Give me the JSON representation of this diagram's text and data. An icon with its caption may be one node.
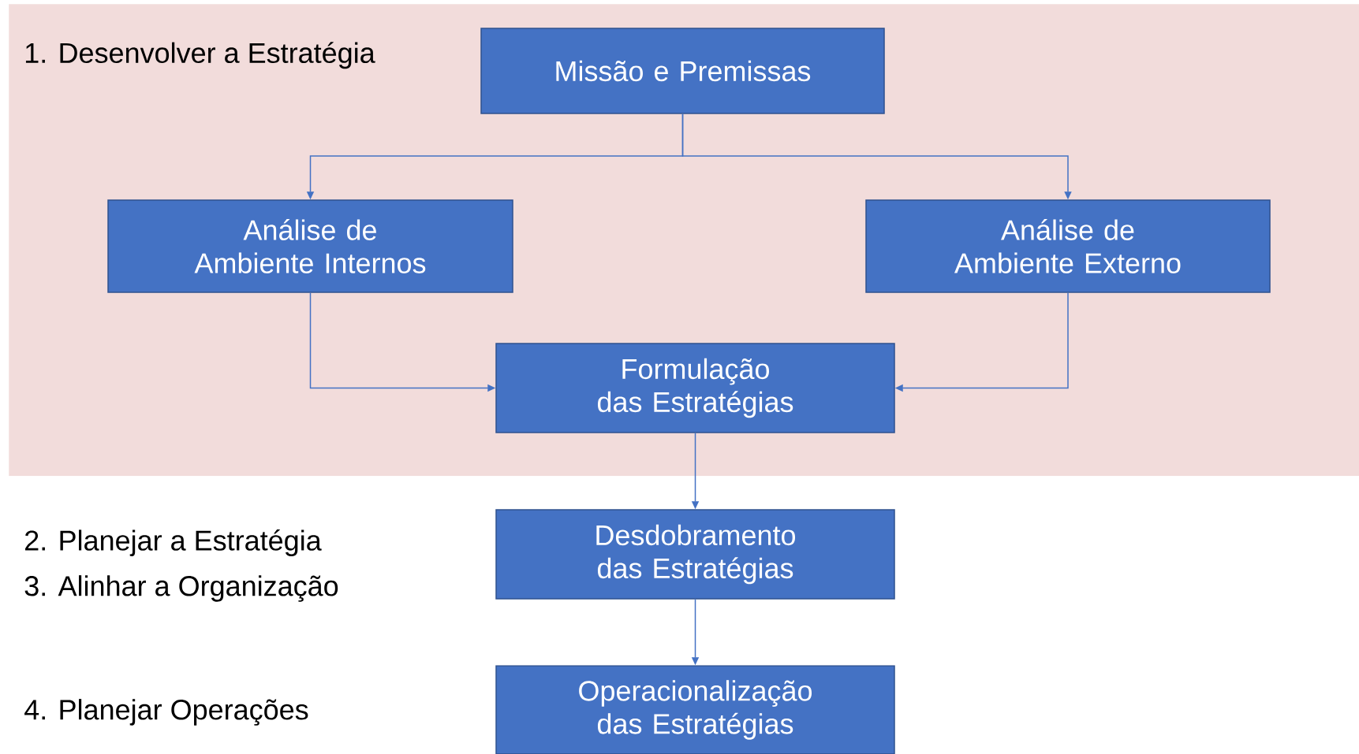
{
  "diagram": {
    "nodes": [
      {
        "text": [
          "1. Desenvolver a Estratégia"
        ]
      },
      {
        "text": [
          "Missão e Premissas"
        ],
        "in": 0
      },
      {
        "text": [
          "Análise de Ambiente Internos"
        ],
        "in": 0
      },
      {
        "text": [
          "Análise de Ambiente Externo"
        ],
        "in": 0
      },
      {
        "text": [
          "Formulação das Estratégias"
        ],
        "in": 0
      },
      {
        "text": [
          "Desdobramento das Estratégias"
        ]
      },
      {
        "text": [
          "Operacionalização das Estratégias"
        ]
      }
    ],
    "edges": [
      {
        "from": 1,
        "to": 2,
        "arrow": "to"
      },
      {
        "from": 1,
        "to": 3,
        "arrow": "to"
      },
      {
        "from": 2,
        "to": 4,
        "arrow": "to"
      },
      {
        "from": 3,
        "to": 4,
        "arrow": "to"
      },
      {
        "from": 4,
        "to": 5,
        "arrow": "to"
      },
      {
        "from": 5,
        "to": 6,
        "arrow": "to"
      }
    ],
    "labels": [
      "2. Planejar a Estratégia",
      "3. Alinhar a Organização",
      "4. Planejar Operações"
    ]
  }
}
